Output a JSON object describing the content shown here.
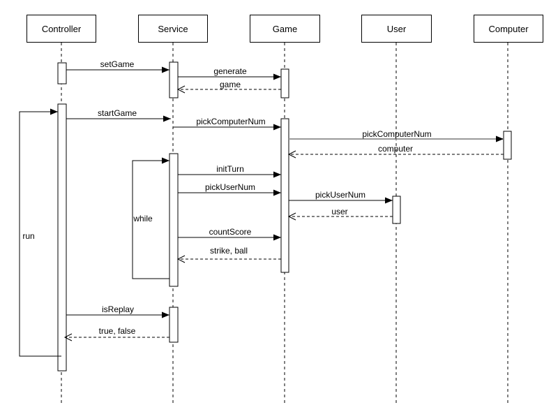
{
  "diagram_type": "uml-sequence",
  "colors": {
    "background": "#ffffff",
    "line": "#000000",
    "highlight_line": "#999999",
    "box_fill": "#ffffff"
  },
  "actors": [
    {
      "label": "Controller"
    },
    {
      "label": "Service"
    },
    {
      "label": "Game"
    },
    {
      "label": "User"
    },
    {
      "label": "Computer"
    }
  ],
  "messages": [
    {
      "label": "setGame",
      "from": "Controller",
      "to": "Service",
      "type": "call",
      "style": "solid"
    },
    {
      "label": "generate",
      "from": "Service",
      "to": "Game",
      "type": "call",
      "style": "solid"
    },
    {
      "label": "game",
      "from": "Game",
      "to": "Service",
      "type": "return",
      "style": "dashed"
    },
    {
      "label": "run",
      "from": "Controller",
      "to": "Controller",
      "type": "self-call",
      "style": "solid"
    },
    {
      "label": "startGame",
      "from": "Controller",
      "to": "Service",
      "type": "call",
      "style": "solid"
    },
    {
      "label": "pickComputerNum",
      "from": "Service",
      "to": "Game",
      "type": "call",
      "style": "solid"
    },
    {
      "label": "pickComputerNum",
      "from": "Game",
      "to": "Computer",
      "type": "call",
      "style": "solid",
      "color": "#999999"
    },
    {
      "label": "computer",
      "from": "Computer",
      "to": "Game",
      "type": "return",
      "style": "dashed"
    },
    {
      "label": "while",
      "from": "Service",
      "to": "Service",
      "type": "loop",
      "style": "solid"
    },
    {
      "label": "initTurn",
      "from": "Service",
      "to": "Game",
      "type": "call",
      "style": "solid"
    },
    {
      "label": "pickUserNum",
      "from": "Service",
      "to": "Game",
      "type": "call",
      "style": "solid"
    },
    {
      "label": "pickUserNum",
      "from": "Game",
      "to": "User",
      "type": "call",
      "style": "solid"
    },
    {
      "label": "user",
      "from": "User",
      "to": "Game",
      "type": "return",
      "style": "dashed"
    },
    {
      "label": "countScore",
      "from": "Service",
      "to": "Game",
      "type": "call",
      "style": "solid"
    },
    {
      "label": "strike, ball",
      "from": "Game",
      "to": "Service",
      "type": "return",
      "style": "dashed"
    },
    {
      "label": "isReplay",
      "from": "Controller",
      "to": "Service",
      "type": "call",
      "style": "solid"
    },
    {
      "label": "true, false",
      "from": "Service",
      "to": "Controller",
      "type": "return",
      "style": "dashed"
    }
  ]
}
